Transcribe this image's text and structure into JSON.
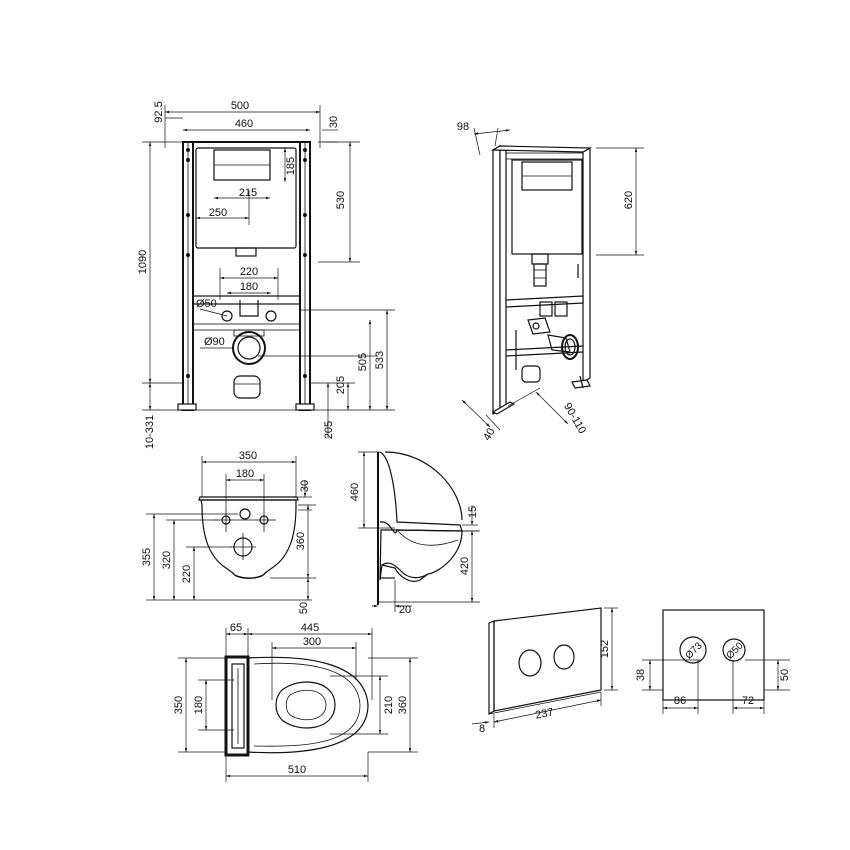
{
  "dimensions": {
    "frame_front": {
      "d_92_5": "92.5",
      "d_500": "500",
      "d_460": "460",
      "d_30": "30",
      "d_185": "185",
      "d_530": "530",
      "d_215": "215",
      "d_250": "250",
      "d_1090": "1090",
      "d_220": "220",
      "d_180": "180",
      "d_o50": "Ø50",
      "d_o90": "Ø90",
      "d_505": "505",
      "d_533": "533",
      "d_205a": "205",
      "d_205b": "205",
      "d_10_331": "10-331"
    },
    "frame_iso": {
      "d_98": "98",
      "d_620": "620",
      "d_40": "40",
      "d_90_110": "90-110"
    },
    "bowl_front": {
      "d_350": "350",
      "d_180": "180",
      "d_30": "30",
      "d_355": "355",
      "d_320": "320",
      "d_220": "220",
      "d_360": "360",
      "d_50": "50"
    },
    "bowl_side": {
      "d_460": "460",
      "d_15": "15",
      "d_420": "420",
      "d_20": "20"
    },
    "bowl_top": {
      "d_65": "65",
      "d_445": "445",
      "d_300": "300",
      "d_350": "350",
      "d_180": "180",
      "d_210": "210",
      "d_360": "360",
      "d_510": "510"
    },
    "plate_iso": {
      "d_152": "152",
      "d_237": "237",
      "d_8": "8"
    },
    "plate_front": {
      "d_o73": "Ø73",
      "d_o50": "Ø50",
      "d_38": "38",
      "d_50": "50",
      "d_86": "86",
      "d_72": "72"
    }
  },
  "colors": {
    "line": "#111111",
    "background": "#ffffff"
  }
}
